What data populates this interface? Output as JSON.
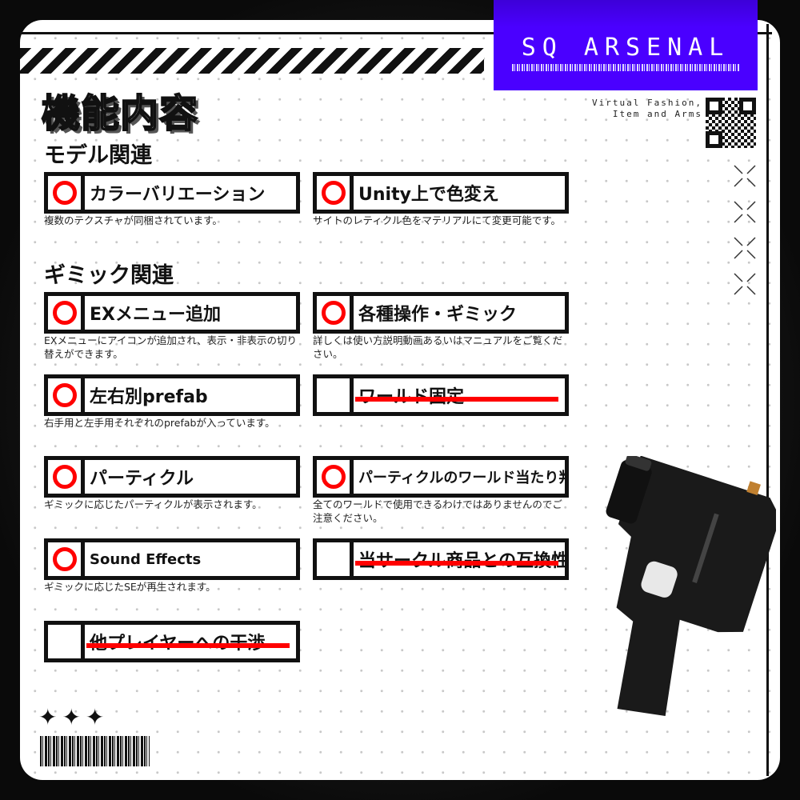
{
  "brand": {
    "name": "SQ ARSENAL",
    "tagline_1": "Virtual Fashion,",
    "tagline_2": "Item and Arms",
    "color": "#4a00ff"
  },
  "title": "機能内容",
  "sections": {
    "model": "モデル関連",
    "gimmick": "ギミック関連"
  },
  "features": [
    {
      "label": "カラーバリエーション",
      "desc": "複数のテクスチャが同梱されています。",
      "supported": true
    },
    {
      "label": "Unity上で色変え",
      "desc": "サイトのレティクル色をマテリアルにて変更可能です。",
      "supported": true
    },
    {
      "label": "EXメニュー追加",
      "desc": "EXメニューにアイコンが追加され、表示・非表示の切り替えができます。",
      "supported": true
    },
    {
      "label": "各種操作・ギミック",
      "desc": "詳しくは使い方説明動画あるいはマニュアルをご覧ください。",
      "supported": true
    },
    {
      "label": "左右別prefab",
      "desc": "右手用と左手用それぞれのprefabが入っています。",
      "supported": true
    },
    {
      "label": "ワールド固定",
      "desc": "",
      "supported": false
    },
    {
      "label": "パーティクル",
      "desc": "ギミックに応じたパーティクルが表示されます。",
      "supported": true
    },
    {
      "label": "パーティクルのワールド当たり判定",
      "desc": "全てのワールドで使用できるわけではありませんのでご注意ください。",
      "supported": true
    },
    {
      "label": "Sound Effects",
      "desc": "ギミックに応じたSEが再生されます。",
      "supported": true
    },
    {
      "label": "当サークル商品との互換性",
      "desc": "",
      "supported": false
    },
    {
      "label": "他プレイヤーへの干渉",
      "desc": "",
      "supported": false
    }
  ],
  "colors": {
    "supported_mark": "#ff0000",
    "strike": "#ff0000"
  },
  "decor": {
    "stars": "✦✦✦"
  }
}
